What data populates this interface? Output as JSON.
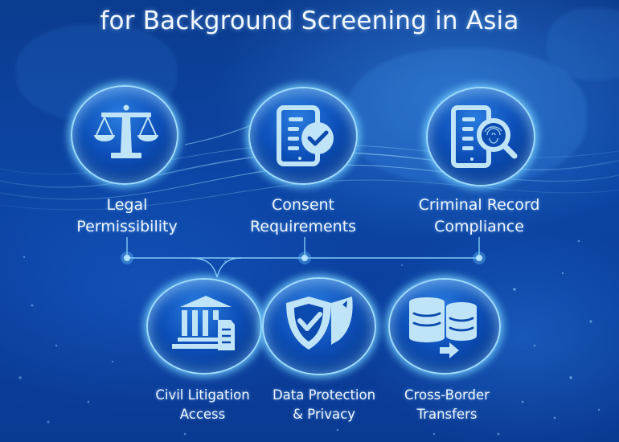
{
  "title": "for Background Screening in Asia",
  "colors": {
    "background": "#0c46a6",
    "icon_fill": "#bfe3f7",
    "glow": "#9fdcff",
    "text": "#eef6ff"
  },
  "top_row": [
    {
      "id": "legal",
      "icon": "scales-of-justice-icon",
      "label_line1": "Legal",
      "label_line2": "Permissibility"
    },
    {
      "id": "consent",
      "icon": "tablet-checkmark-icon",
      "label_line1": "Consent",
      "label_line2": "Requirements"
    },
    {
      "id": "criminal",
      "icon": "tablet-magnifier-fingerprint-icon",
      "label_line1": "Criminal Record",
      "label_line2": "Compliance"
    }
  ],
  "bottom_row": [
    {
      "id": "civil",
      "icon": "courthouse-document-icon",
      "label_line1": "Civil Litigation",
      "label_line2": "Access"
    },
    {
      "id": "data",
      "icon": "shield-check-icon",
      "label_line1": "Data Protection",
      "label_line2": "& Privacy"
    },
    {
      "id": "crossborder",
      "icon": "database-transfer-icon",
      "label_line1": "Cross-Border",
      "label_line2": "Transfers"
    }
  ]
}
